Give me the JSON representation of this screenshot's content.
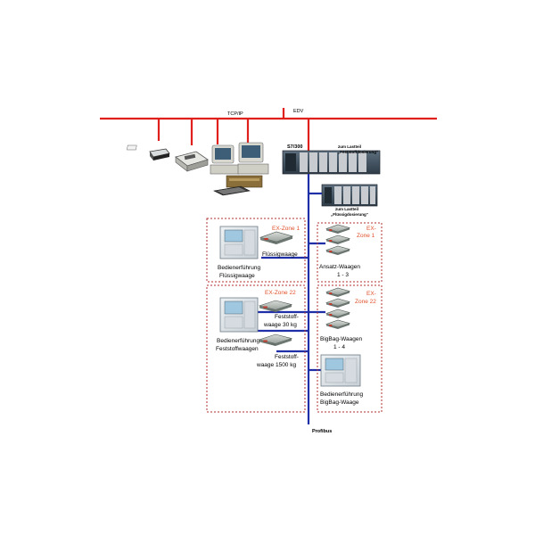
{
  "network": {
    "tcpip_label": "TCP/IP",
    "edv_label": "EDV",
    "s7_label": "S7/300",
    "profibus_label": "Profibus",
    "plc_top_note_line1": "zum Lastteil",
    "plc_top_note_line2": "„Feststoffdosierung“",
    "plc_second_note_line1": "zum Lastteil",
    "plc_second_note_line2": "„Flüssigdosierung“"
  },
  "zones": {
    "ex1_left_label": "EX-Zone 1",
    "ex1_right_line1": "EX-",
    "ex1_right_line2": "Zone 1",
    "ex22_left_label": "EX-Zone 22",
    "ex22_right_line1": "EX-",
    "ex22_right_line2": "Zone 22"
  },
  "labels": {
    "panel_fluessig_line1": "Bedienerführung",
    "panel_fluessig_line2": "Flüssigwaage",
    "fluessigwaage": "Flüssigwaage",
    "ansatz_line1": "Ansatz-Waagen",
    "ansatz_line2": "1 - 3",
    "feststoff30_line1": "Feststoff-",
    "feststoff30_line2": "waage 30 kg",
    "panel_feststoff_line1": "Bedienerführung",
    "panel_feststoff_line2": "Feststoffwaagen",
    "feststoff1500_line1": "Feststoff-",
    "feststoff1500_line2": "waage 1500 kg",
    "bigbag_line1": "BigBag-Waagen",
    "bigbag_line2": "1 - 4",
    "panel_bigbag_line1": "Bedienerführung",
    "panel_bigbag_line2": "BigBag-Waage"
  },
  "colors": {
    "ethernet": "#e0201c",
    "profibus": "#1f2fa8",
    "zone_border": "#b03030",
    "zone_label": "#e0502a"
  }
}
